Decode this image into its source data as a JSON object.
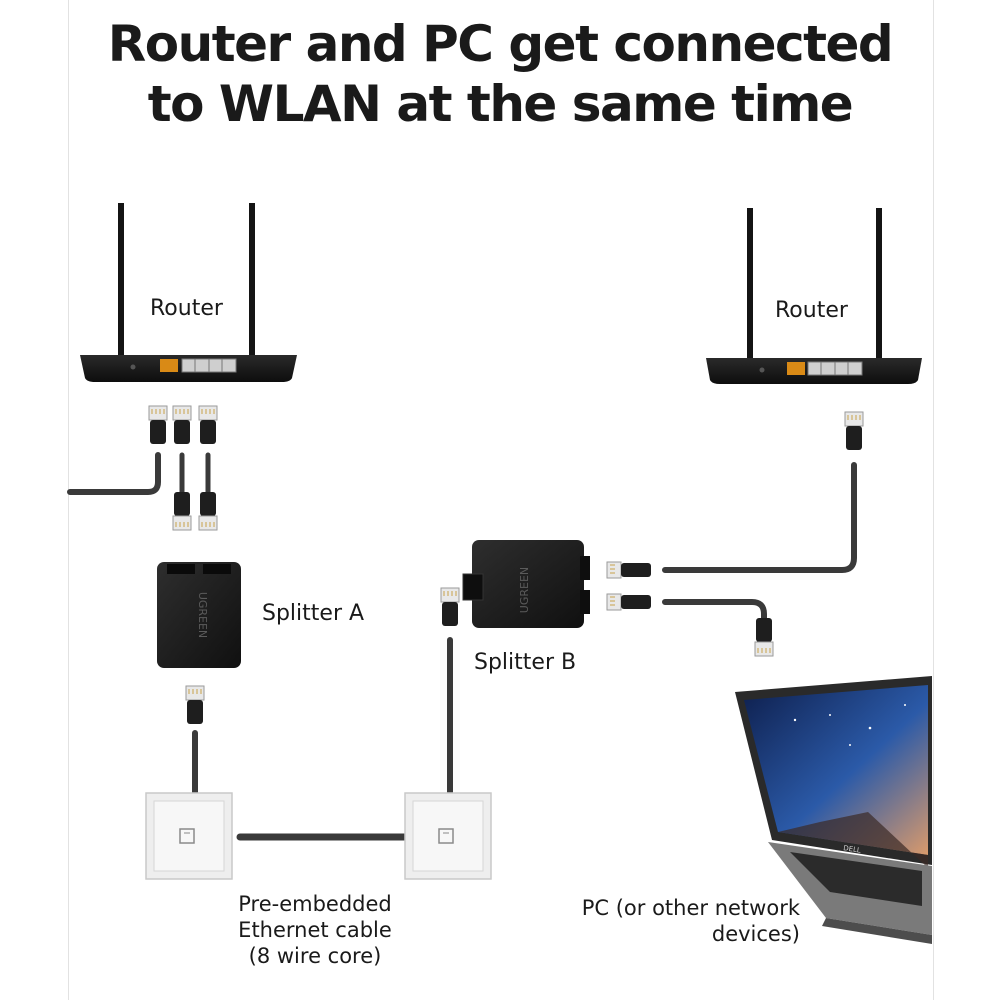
{
  "title": "Router and PC get connected to WLAN at the same time",
  "labels": {
    "router_left": "Router",
    "router_right": "Router",
    "splitter_a": "Splitter A",
    "splitter_b": "Splitter B",
    "cable_line1": "Pre-embedded",
    "cable_line2": "Ethernet cable",
    "cable_line3": "(8 wire core)",
    "pc_line1": "PC (or other network",
    "pc_line2": "devices)"
  },
  "splitter_brand": "UGREEN",
  "laptop_brand": "DELL",
  "icons": {
    "router": "router-icon",
    "splitter": "splitter-icon",
    "wall_socket": "wall-socket-icon",
    "plug": "rj45-plug-icon",
    "laptop": "laptop-icon"
  },
  "colors": {
    "device_body": "#1b1b1b",
    "cable": "#3a3a3a",
    "plug_body": "#e8e8e8",
    "port_accent": "#d98a16",
    "wall_plate": "#eeeeee",
    "screen_sky": "#1d3d7a"
  }
}
